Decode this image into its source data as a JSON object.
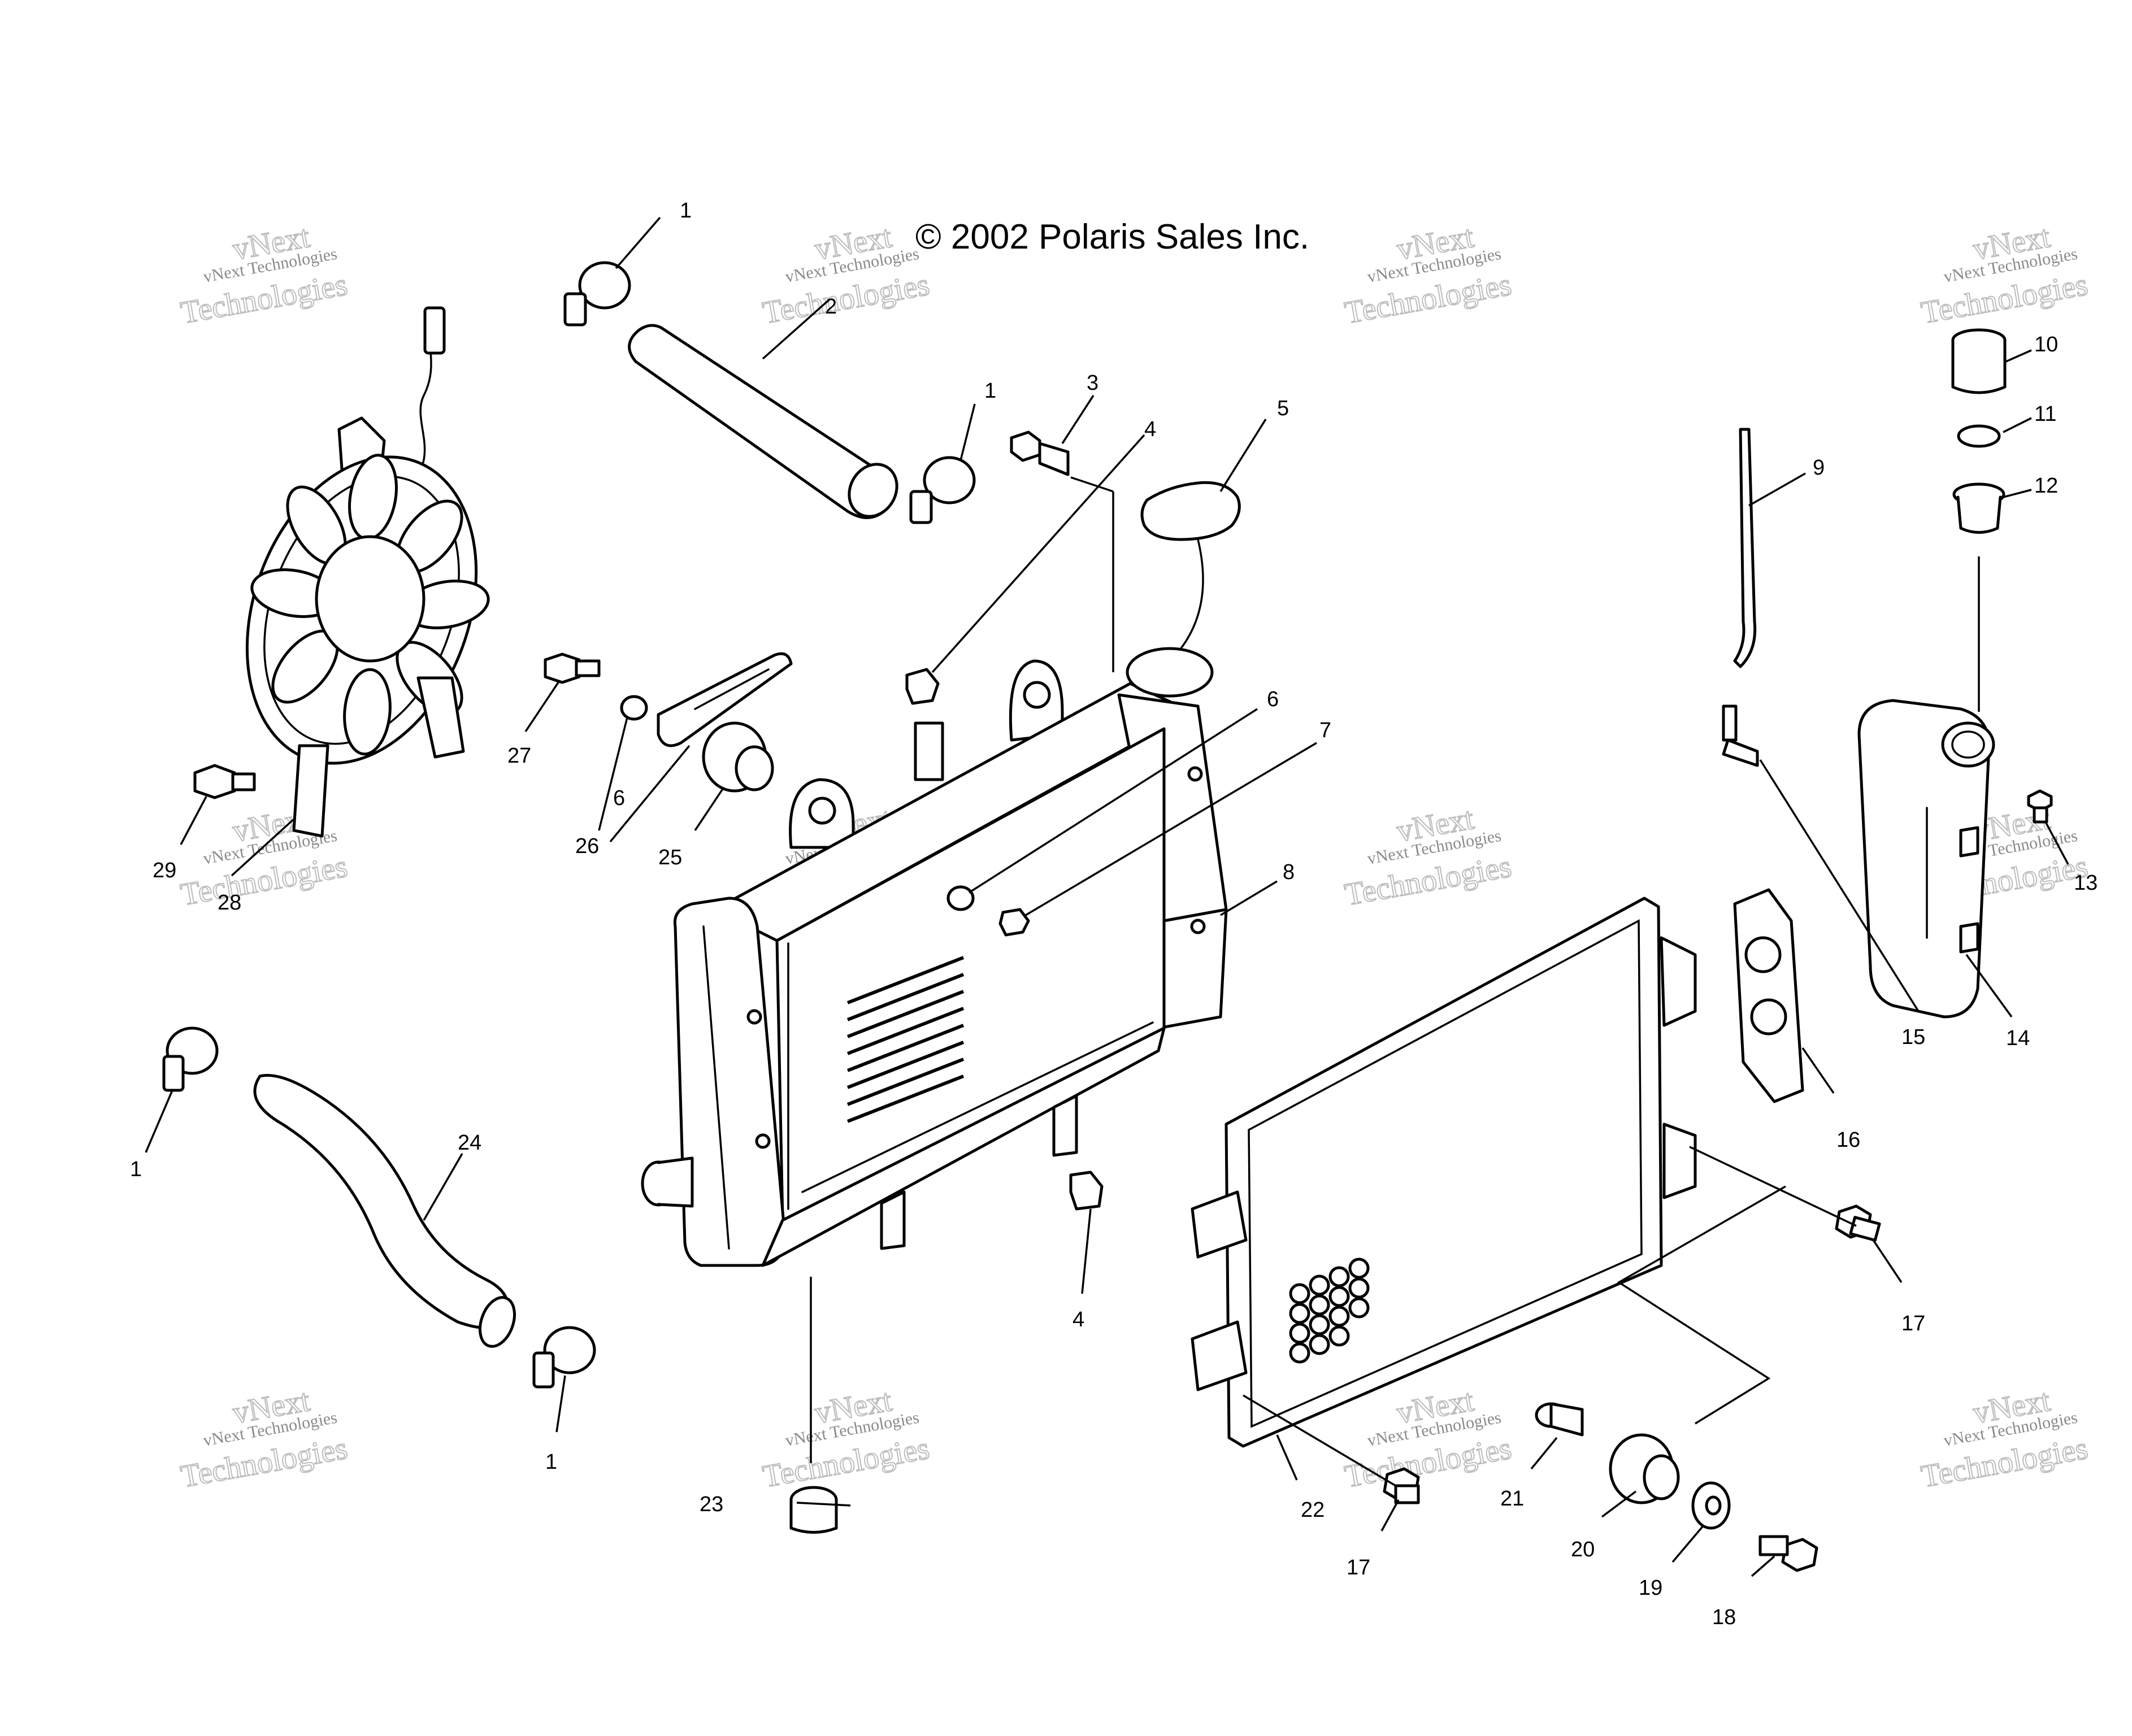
{
  "copyright": "© 2002 Polaris Sales Inc.",
  "watermark": {
    "line1": "vNext Technologies",
    "line2": "vNext",
    "line3": "Technologies"
  },
  "callouts": [
    "1",
    "2",
    "1",
    "3",
    "4",
    "5",
    "6",
    "7",
    "8",
    "9",
    "10",
    "11",
    "12",
    "13",
    "14",
    "15",
    "16",
    "17",
    "17",
    "18",
    "19",
    "20",
    "21",
    "22",
    "23",
    "24",
    "25",
    "26",
    "27",
    "6",
    "28",
    "29",
    "1",
    "1",
    "4"
  ]
}
